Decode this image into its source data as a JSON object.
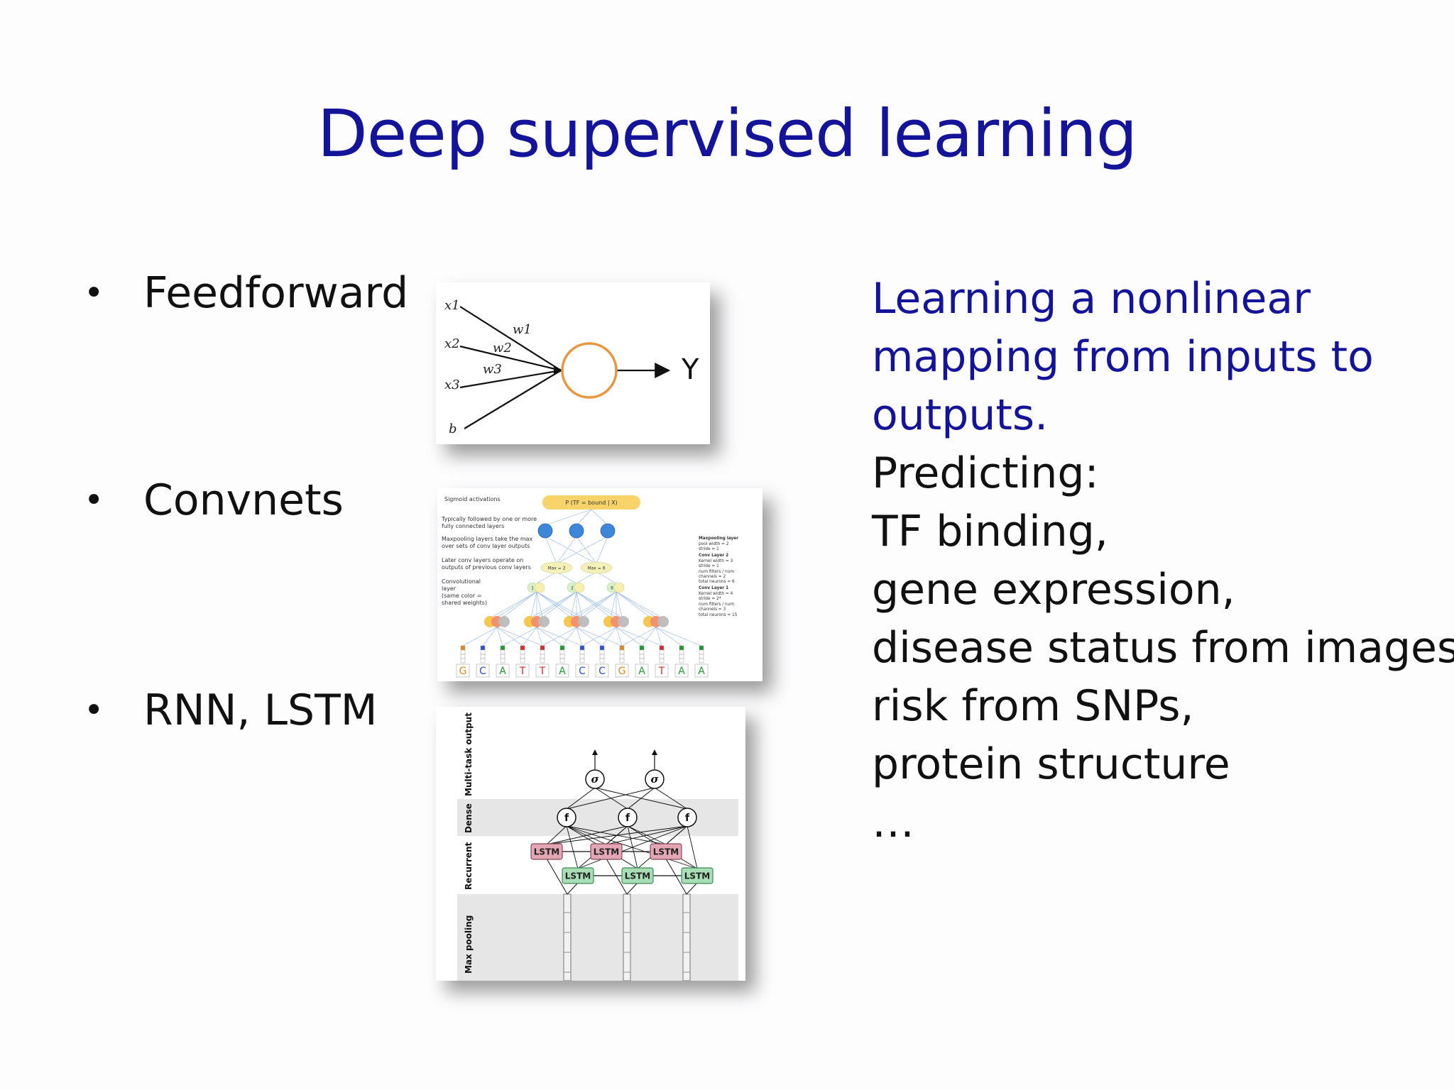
{
  "title": "Deep supervised learning",
  "bullets": [
    {
      "label": "Feedforward"
    },
    {
      "label": "Convnets"
    },
    {
      "label": "RNN, LSTM"
    }
  ],
  "description": {
    "blue_lines": [
      "Learning a nonlinear",
      "mapping from inputs to",
      "outputs."
    ],
    "black_lines": [
      "Predicting:",
      "TF binding,",
      "gene expression,",
      "disease status from images,",
      "risk from SNPs,",
      "protein structure",
      "…"
    ]
  },
  "feedforward_diagram": {
    "inputs": [
      "x1",
      "x2",
      "x3",
      "b"
    ],
    "weights": [
      "w1",
      "w2",
      "w3"
    ],
    "output": "Y"
  },
  "convnet_diagram": {
    "top_node": "P (TF = bound | X)",
    "left_notes": [
      "Sigmoid activations",
      "Typically followed by one or more",
      "fully connected layers",
      "Maxpooling layers take the max",
      "over sets of conv layer outputs",
      "Later conv layers operate on",
      "outputs of previous conv layers",
      "Convolutional",
      "layer",
      "(same color =",
      "shared weights)"
    ],
    "pool_labels": [
      "Max = 2",
      "Max = 6"
    ],
    "conv2_values": [
      "1",
      "2",
      "6"
    ],
    "right_notes": [
      "Maxpooling layer",
      "pool width = 2",
      "stride = 1",
      "Conv Layer 2",
      "Kernel width = 3",
      "stride = 1",
      "num filters / num",
      "channels = 2",
      "total neurons = 6",
      "Conv Layer 1",
      "Kernel width = 4",
      "stride = 2*",
      "num filters / num",
      "channels = 3",
      "total neurons = 15"
    ],
    "sequence": [
      "G",
      "C",
      "A",
      "T",
      "T",
      "A",
      "C",
      "C",
      "G",
      "A",
      "T",
      "A",
      "A"
    ],
    "base_colors": {
      "G": "#e08a1e",
      "C": "#2c4fd0",
      "A": "#1f9a2e",
      "T": "#d42b2b"
    }
  },
  "lstm_diagram": {
    "section_labels": [
      "Multi-task output",
      "Dense",
      "Recurrent",
      "Max pooling"
    ],
    "sigma_label": "σ",
    "dense_label": "f",
    "lstm_label": "LSTM"
  }
}
